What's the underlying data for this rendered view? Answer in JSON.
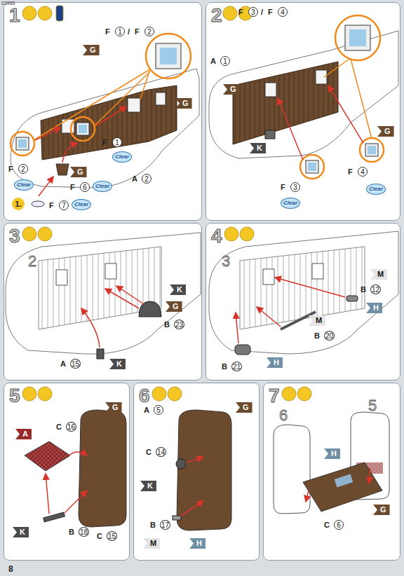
{
  "diagram": {
    "nodes": [
      {
        "text": [
          "1"
        ]
      },
      {
        "text": [
          "2"
        ]
      },
      {
        "text": [
          "3"
        ]
      },
      {
        "text": [
          "4"
        ]
      },
      {
        "text": [
          "5"
        ]
      },
      {
        "text": [
          "6"
        ]
      },
      {
        "text": [
          "7"
        ]
      }
    ],
    "labels": [
      "03965",
      "8",
      "F",
      "1",
      "/",
      "F",
      "2",
      "G",
      "G",
      "F",
      "2",
      "Clear",
      "F",
      "1",
      "Clear",
      "G",
      "F",
      "6",
      "Clear",
      "1.",
      "F",
      "7",
      "Clear",
      "A",
      "2",
      "F",
      "3",
      "/",
      "F",
      "4",
      "G",
      "A",
      "1",
      "G",
      "K",
      "F",
      "3",
      "Clear",
      "F",
      "4",
      "Clear",
      "2",
      "K",
      "G",
      "B",
      "23",
      "K",
      "A",
      "15",
      "3",
      "M",
      "B",
      "12",
      "H",
      "M",
      "B",
      "20",
      "H",
      "B",
      "21",
      "A",
      "C",
      "16",
      "G",
      "C",
      "15",
      "K",
      "B",
      "18",
      "A",
      "5",
      "G",
      "C",
      "14",
      "K",
      "B",
      "17",
      "M",
      "H",
      "5",
      "6",
      "H",
      "G",
      "C",
      "6"
    ]
  }
}
